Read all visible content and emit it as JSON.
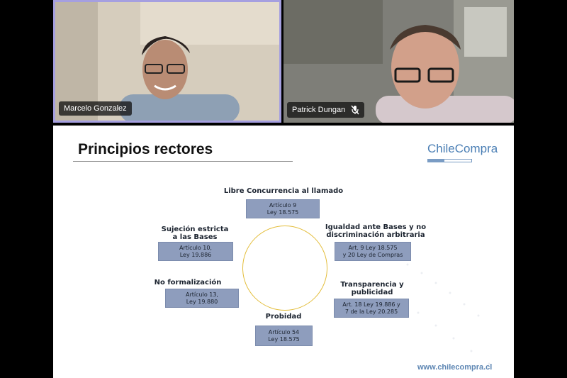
{
  "participants": [
    {
      "name": "Marcelo Gonzalez",
      "muted": false,
      "active_speaker": true
    },
    {
      "name": "Patrick Dungan",
      "muted": true,
      "active_speaker": false
    }
  ],
  "slide": {
    "title": "Principios rectores",
    "logo_text": "ChileCompra",
    "website": "www.chilecompra.cl",
    "principles": [
      {
        "label": "Libre Concurrencia al llamado",
        "ref_line1": "Artículo 9",
        "ref_line2": "Ley 18.575"
      },
      {
        "label_line1": "Igualdad ante Bases y no",
        "label_line2": "discriminación arbitraria",
        "ref_line1": "Art. 9 Ley 18.575",
        "ref_line2": "y 20 Ley de Compras"
      },
      {
        "label_line1": "Transparencia y",
        "label_line2": "publicidad",
        "ref_line1": "Art. 18 Ley 19.886 y",
        "ref_line2": "7 de la Ley 20.285"
      },
      {
        "label": "Probidad",
        "ref_line1": "Artículo 54",
        "ref_line2": "Ley 18.575"
      },
      {
        "label": "No formalización",
        "ref_line1": "Artículo 13,",
        "ref_line2": "Ley 19.880"
      },
      {
        "label_line1": "Sujeción estricta",
        "label_line2": "a las Bases",
        "ref_line1": "Artículo 10,",
        "ref_line2": "Ley 19.886"
      }
    ]
  },
  "colors": {
    "active_speaker_border": "#a59fe0",
    "principle_box": "#8e9dbd",
    "circle": "#e3bd3a",
    "logo": "#4b7fb5"
  }
}
